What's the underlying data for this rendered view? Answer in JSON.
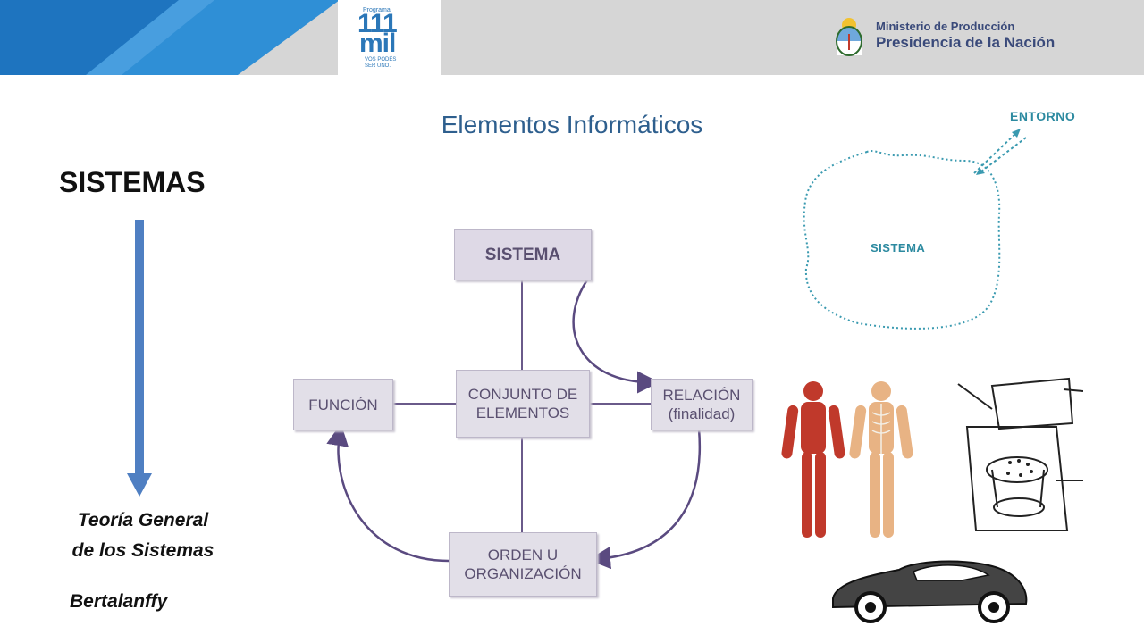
{
  "header": {
    "logo_programa": "Programa",
    "logo_number": "111",
    "logo_mil": "mil",
    "logo_tag1": "VOS PODÉS",
    "logo_tag2": "SER UNO.",
    "ministry_line1": "Ministerio de Producción",
    "ministry_line2": "Presidencia de la Nación",
    "colors": {
      "band_dark": "#1e74bf",
      "band_light": "#2f8fd6",
      "gray": "#d6d6d6"
    }
  },
  "slide": {
    "title": "Elementos Informáticos",
    "left_heading": "SISTEMAS",
    "left_caption_line1": "Teoría General",
    "left_caption_line2": "de los Sistemas",
    "author": "Bertalanffy",
    "arrow_color": "#4f7fc2"
  },
  "diagram": {
    "sistema": "SISTEMA",
    "funcion": "FUNCIÓN",
    "conjunto_line1": "CONJUNTO DE",
    "conjunto_line2": "ELEMENTOS",
    "relacion_line1": "RELACIÓN",
    "relacion_line2": "(finalidad)",
    "orden_line1": "ORDEN U",
    "orden_line2": "ORGANIZACIÓN",
    "arrow_color": "#5a4a80"
  },
  "entorno_figure": {
    "entorno": "ENTORNO",
    "sistema": "SISTEMA",
    "color": "#2c8aa0"
  },
  "images": {
    "body_icon": "human-body-anatomy",
    "washer_icon": "washing-machine",
    "car_icon": "car"
  }
}
